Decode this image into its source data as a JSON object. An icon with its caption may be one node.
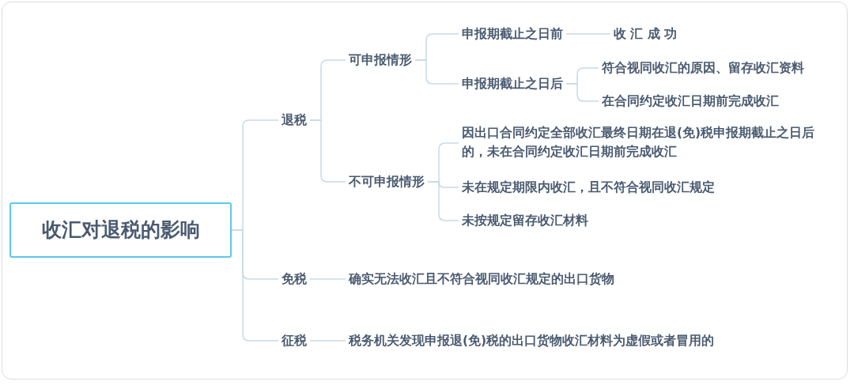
{
  "diagram": {
    "nodes": [
      {
        "text": [
          "收汇对退税的影响"
        ]
      },
      {
        "text": [
          "退税"
        ]
      },
      {
        "text": [
          "可申报情形"
        ]
      },
      {
        "text": [
          "申报期截止之日前"
        ]
      },
      {
        "text": [
          "收 汇 成 功"
        ]
      },
      {
        "text": [
          "申报期截止之日后"
        ]
      },
      {
        "text": [
          "符合视同收汇的原因、留存收汇资料"
        ]
      },
      {
        "text": [
          "在合同约定收汇日期前完成收汇"
        ]
      },
      {
        "text": [
          "不可申报情形"
        ]
      },
      {
        "text": [
          "因出口合同约定全部收汇最终日期在退(免)税申报期截止之日后的，未在合同约定收汇日期前完成收汇"
        ]
      },
      {
        "text": [
          "未在规定期限内收汇，且不符合视同收汇规定"
        ]
      },
      {
        "text": [
          "未按规定留存收汇材料"
        ]
      },
      {
        "text": [
          "免税"
        ]
      },
      {
        "text": [
          "确实无法收汇且不符合视同收汇规定的出口货物"
        ]
      },
      {
        "text": [
          "征税"
        ]
      },
      {
        "text": [
          "税务机关发现申报退(免)税的出口货物收汇材料为虚假或者冒用的"
        ]
      }
    ],
    "edges": [
      {
        "from": 0,
        "to": 1,
        "arrow": "none"
      },
      {
        "from": 1,
        "to": 2,
        "arrow": "none"
      },
      {
        "from": 2,
        "to": 3,
        "arrow": "none"
      },
      {
        "from": 3,
        "to": 4,
        "arrow": "none"
      },
      {
        "from": 2,
        "to": 5,
        "arrow": "none"
      },
      {
        "from": 5,
        "to": 6,
        "arrow": "none"
      },
      {
        "from": 5,
        "to": 7,
        "arrow": "none"
      },
      {
        "from": 1,
        "to": 8,
        "arrow": "none"
      },
      {
        "from": 8,
        "to": 9,
        "arrow": "none"
      },
      {
        "from": 8,
        "to": 10,
        "arrow": "none"
      },
      {
        "from": 8,
        "to": 11,
        "arrow": "none"
      },
      {
        "from": 0,
        "to": 12,
        "arrow": "none"
      },
      {
        "from": 12,
        "to": 13,
        "arrow": "none"
      },
      {
        "from": 0,
        "to": 14,
        "arrow": "none"
      },
      {
        "from": 14,
        "to": 15,
        "arrow": "none"
      }
    ]
  }
}
